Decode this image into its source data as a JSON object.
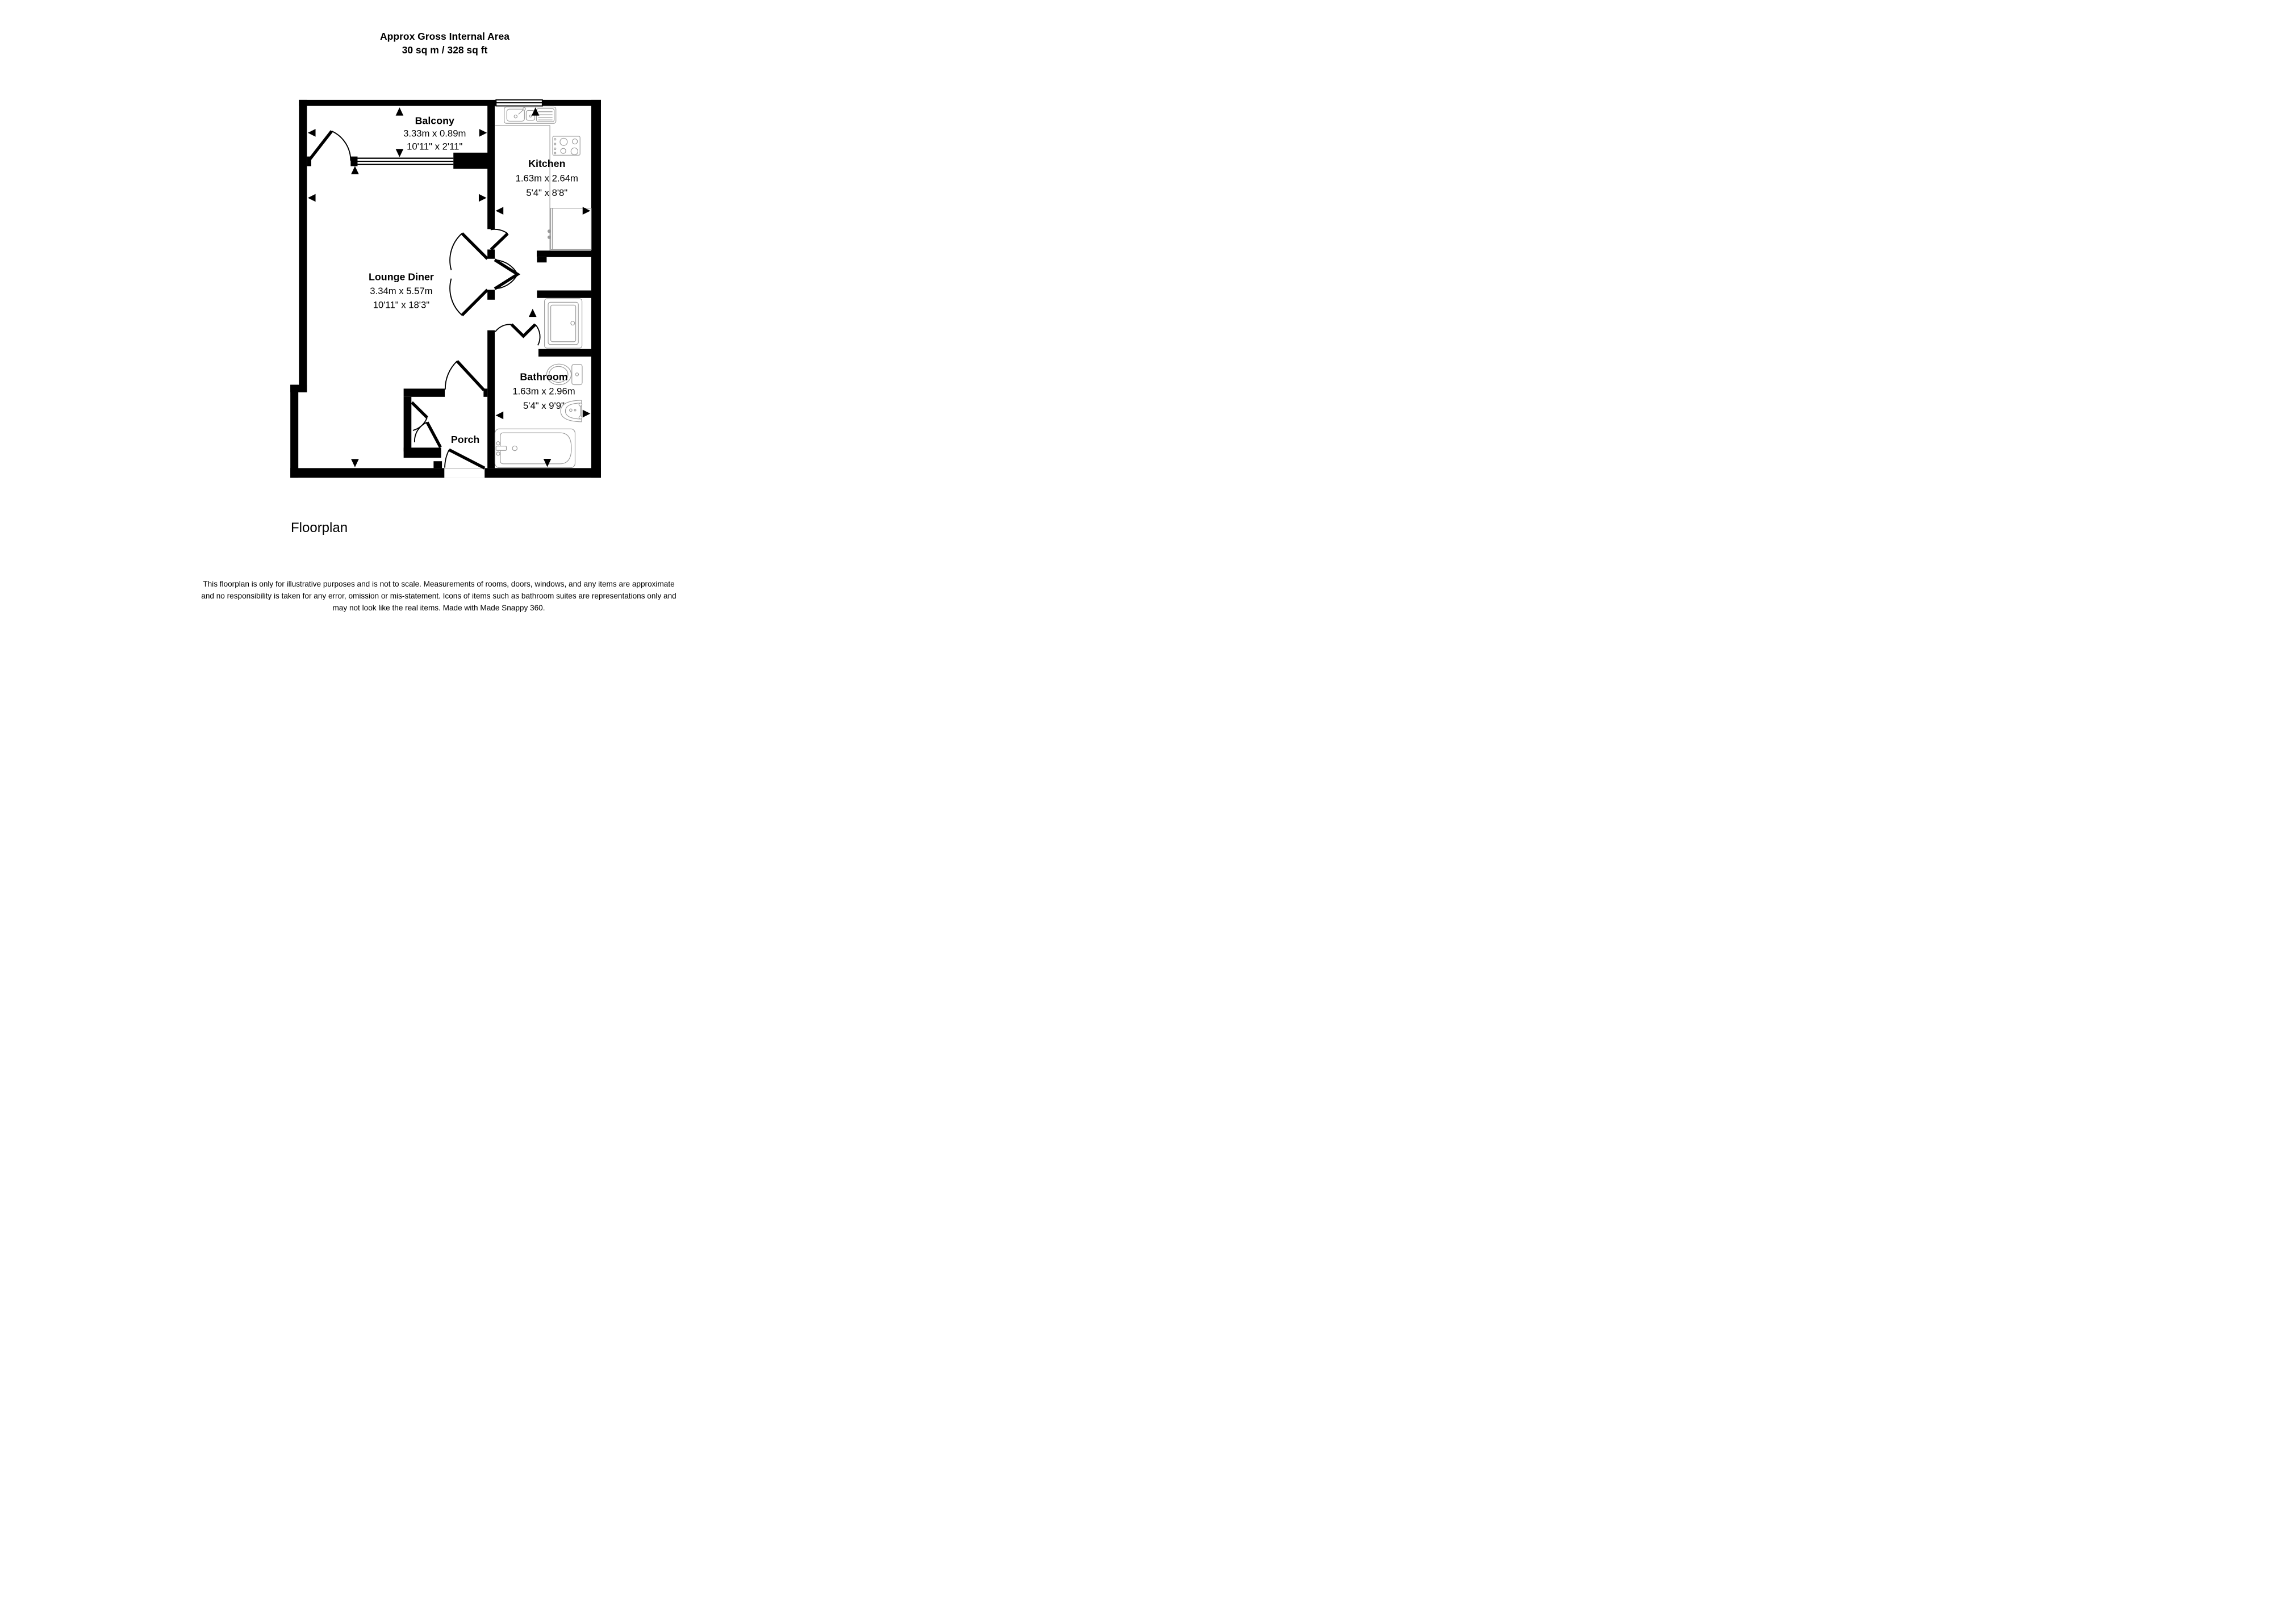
{
  "header": {
    "line1": "Approx Gross Internal Area",
    "line2": "30 sq m / 328 sq ft"
  },
  "rooms": {
    "balcony": {
      "name": "Balcony",
      "metric": "3.33m x 0.89m",
      "imperial": "10'11\" x 2'11\""
    },
    "kitchen": {
      "name": "Kitchen",
      "metric": "1.63m x 2.64m",
      "imperial": "5'4\" x 8'8\""
    },
    "lounge": {
      "name": "Lounge Diner",
      "metric": "3.34m x 5.57m",
      "imperial": "10'11\" x 18'3\""
    },
    "bathroom": {
      "name": "Bathroom",
      "metric": "1.63m x 2.96m",
      "imperial": "5'4\" x 9'9\""
    },
    "porch": {
      "name": "Porch"
    }
  },
  "footer": {
    "floorplan_label": "Floorplan"
  },
  "disclaimer": {
    "line1": "This floorplan is only for illustrative purposes and is not to scale. Measurements of rooms, doors, windows, and any items are approximate",
    "line2": "and no responsibility is taken for any error, omission or mis-statement. Icons of items such as bathroom suites are representations only and",
    "line3": "may not look like the real items. Made with Made Snappy 360."
  },
  "colors": {
    "wall": "#000000",
    "fixture_stroke": "#999999",
    "text": "#000000",
    "background": "#ffffff"
  }
}
